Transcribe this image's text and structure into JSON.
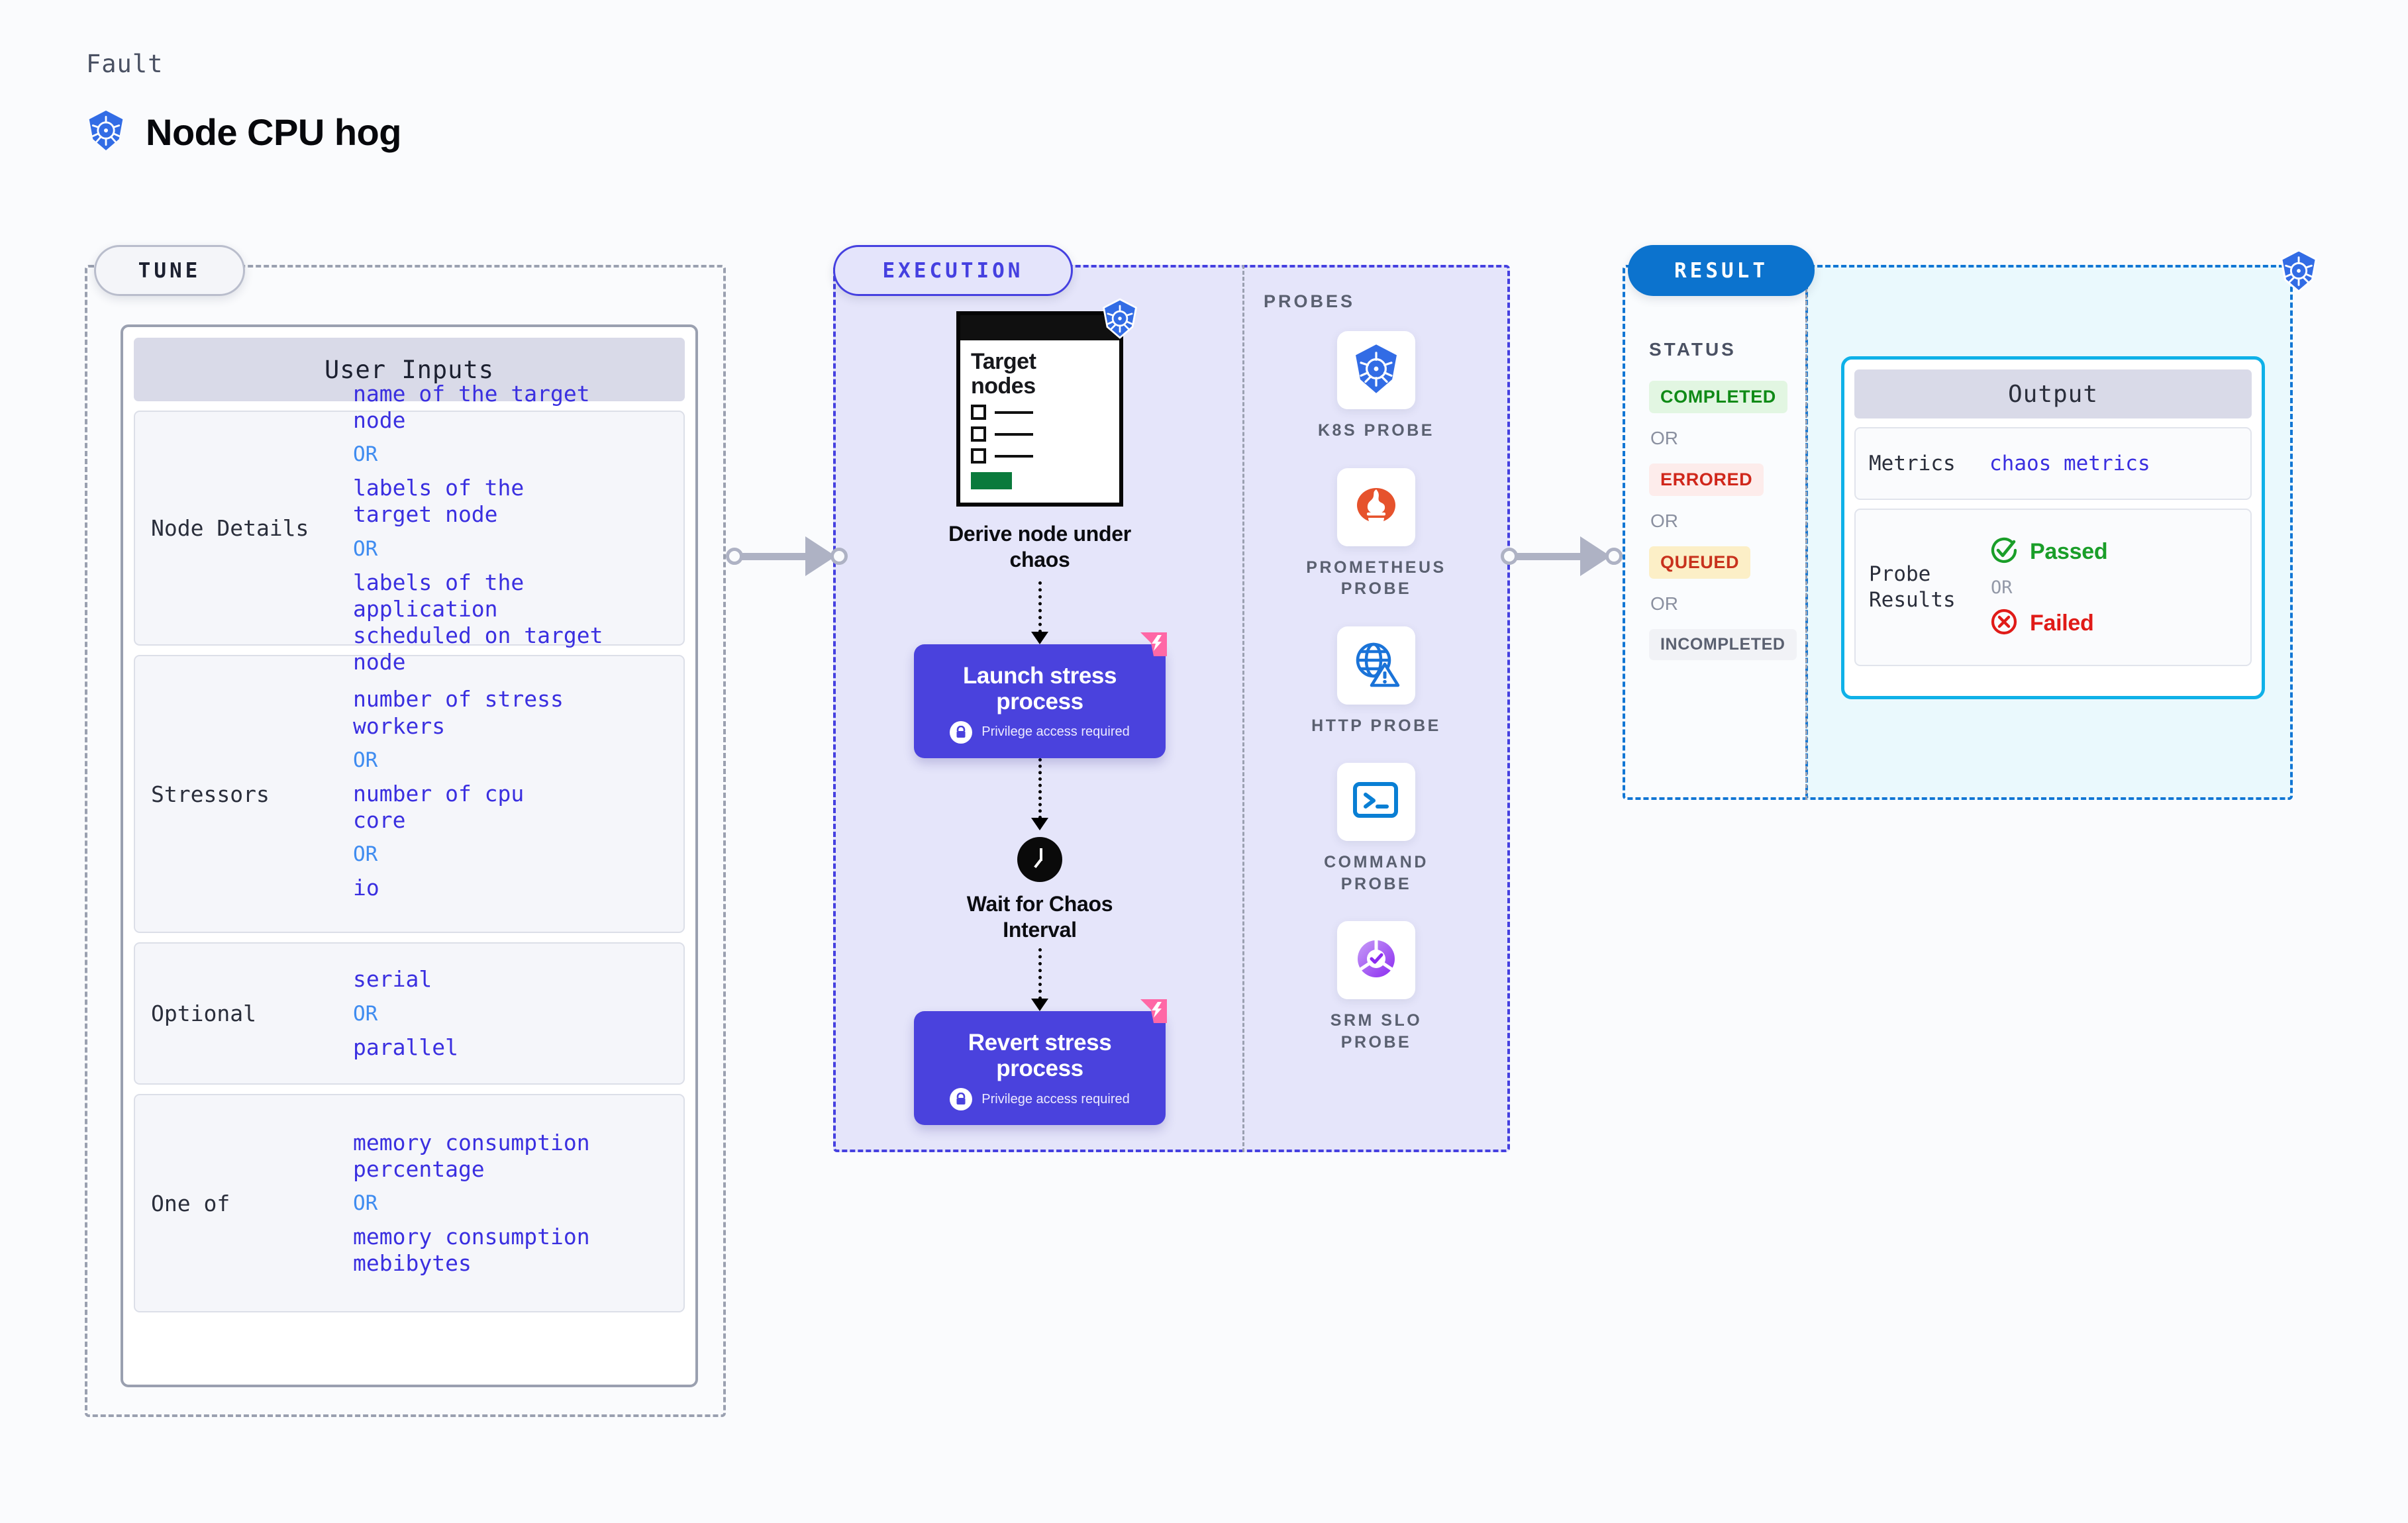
{
  "header": {
    "eyebrow": "Fault",
    "title": "Node CPU hog",
    "icon": "kubernetes-icon"
  },
  "sections": {
    "tune": {
      "pill": "TUNE"
    },
    "execution": {
      "pill": "EXECUTION"
    },
    "result": {
      "pill": "RESULT"
    }
  },
  "tune": {
    "card_title": "User Inputs",
    "rows": [
      {
        "label": "Node Details",
        "items": [
          "name of the target\nnode",
          "labels of the\ntarget node",
          "labels of the application\n scheduled on target node"
        ],
        "separator": "OR"
      },
      {
        "label": "Stressors",
        "items": [
          "number of stress\nworkers",
          "number of cpu\ncore",
          "io"
        ],
        "separator": "OR"
      },
      {
        "label": "Optional",
        "items": [
          "serial",
          "parallel"
        ],
        "separator": "OR"
      },
      {
        "label": "One of",
        "items": [
          "memory consumption\npercentage",
          "memory consumption\nmebibytes"
        ],
        "separator": "OR"
      }
    ]
  },
  "execution": {
    "steps": [
      {
        "type": "card",
        "card_title": "Target\nnodes",
        "caption": "Derive node under\nchaos",
        "icon": "kubernetes-icon"
      },
      {
        "type": "action",
        "title": "Launch stress\nprocess",
        "note": "Privilege access required",
        "badge": "harness-icon",
        "lock": "lock-icon"
      },
      {
        "type": "wait",
        "icon": "clock-icon",
        "caption": "Wait for Chaos\nInterval"
      },
      {
        "type": "action",
        "title": "Revert stress\nprocess",
        "note": "Privilege access required",
        "badge": "harness-icon",
        "lock": "lock-icon"
      }
    ]
  },
  "probes": {
    "title": "PROBES",
    "items": [
      {
        "label": "K8S PROBE",
        "icon": "kubernetes-icon"
      },
      {
        "label": "PROMETHEUS\nPROBE",
        "icon": "prometheus-icon"
      },
      {
        "label": "HTTP PROBE",
        "icon": "globe-warning-icon"
      },
      {
        "label": "COMMAND\nPROBE",
        "icon": "terminal-icon"
      },
      {
        "label": "SRM SLO\nPROBE",
        "icon": "slo-donut-icon"
      }
    ]
  },
  "result": {
    "status_title": "STATUS",
    "separator": "OR",
    "statuses": [
      {
        "label": "COMPLETED",
        "bg": "#e2f6e2",
        "fg": "#0f8a16"
      },
      {
        "label": "ERRORED",
        "bg": "#fdeceb",
        "fg": "#d0271b"
      },
      {
        "label": "QUEUED",
        "bg": "#fcefc7",
        "fg": "#c8321d"
      },
      {
        "label": "INCOMPLETED",
        "bg": "#f1f2f6",
        "fg": "#5a6070"
      }
    ],
    "output": {
      "title": "Output",
      "metrics_label": "Metrics",
      "metrics_value": "chaos metrics",
      "probe_results_label": "Probe\nResults",
      "passed": "Passed",
      "failed": "Failed",
      "separator": "OR"
    },
    "corner_icon": "kubernetes-icon"
  },
  "colors": {
    "accent_purple": "#4a42dd",
    "accent_blue": "#0c73ce",
    "accent_cyan": "#0fb1e8",
    "k8s_blue": "#326ce5",
    "harness_pink": "#ff68a6",
    "mono_value": "#3a2fe0",
    "or_blue": "#3f8cf0"
  }
}
